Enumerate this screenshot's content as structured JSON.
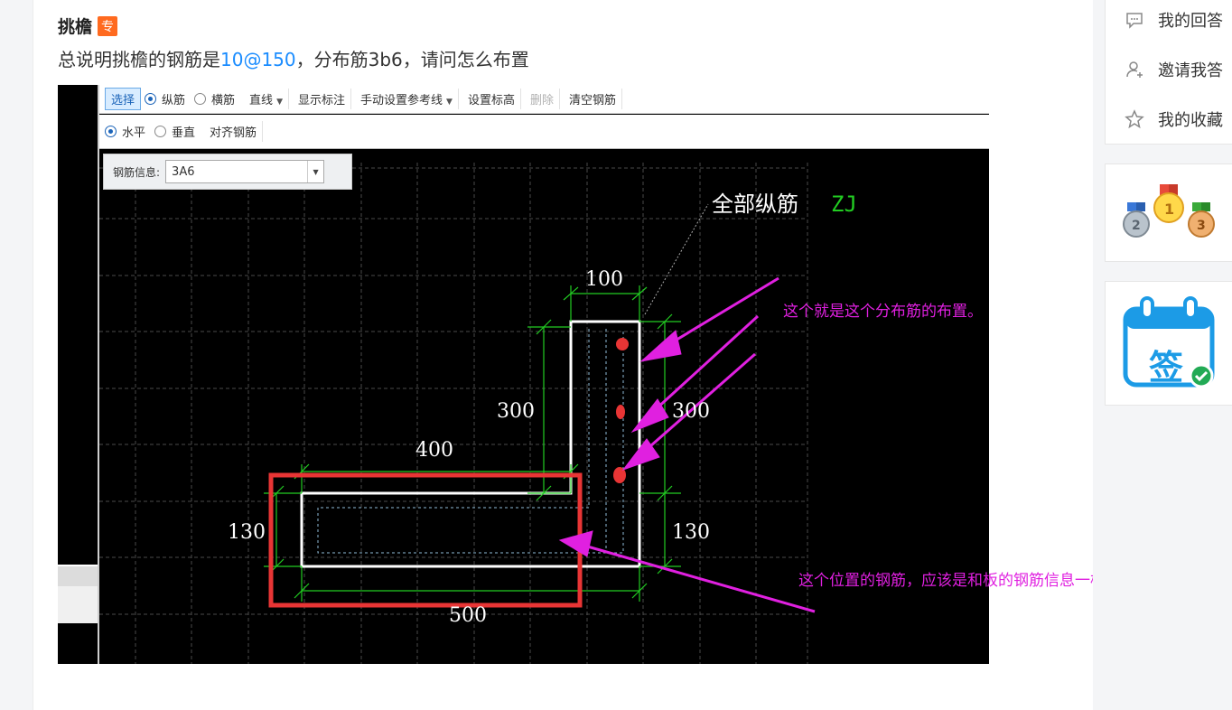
{
  "post": {
    "title": "挑檐",
    "badge": "专",
    "question_prefix": "总说明挑檐的钢筋是",
    "question_highlight": "10@150",
    "question_suffix": "，分布筋3b6，请问怎么布置"
  },
  "screenshot": {
    "toolbar1": {
      "select": "选择",
      "radio_longitudinal": "纵筋",
      "radio_transverse": "横筋",
      "line": "直线",
      "show_annotation": "显示标注",
      "manual_ref": "手动设置参考线",
      "set_elevation": "设置标高",
      "delete": "删除",
      "clear_rebar": "清空钢筋"
    },
    "toolbar2": {
      "radio_horizontal": "水平",
      "radio_vertical": "垂直",
      "align_rebar": "对齐钢筋"
    },
    "info": {
      "label": "钢筋信息:",
      "value": "3A6"
    },
    "drawing": {
      "all_long_label": "全部纵筋",
      "all_long_code": "ZJ",
      "dim_100": "100",
      "dim_300_left": "300",
      "dim_300_right": "300",
      "dim_400": "400",
      "dim_130_left": "130",
      "dim_130_right": "130",
      "dim_500": "500",
      "annotation_1": "这个就是这个分布筋的布置。",
      "annotation_2": "这个位置的钢筋，应该是和板的钢筋信息一样的。"
    },
    "colors": {
      "annotation": "#e020e0",
      "dim": "#22cc22",
      "box": "#e83535",
      "dot": "#e83535"
    }
  },
  "sidebar": {
    "items": [
      {
        "label": "我的回答",
        "icon": "comment-icon"
      },
      {
        "label": "邀请我答",
        "icon": "user-plus-icon"
      },
      {
        "label": "我的收藏",
        "icon": "star-icon"
      }
    ]
  }
}
